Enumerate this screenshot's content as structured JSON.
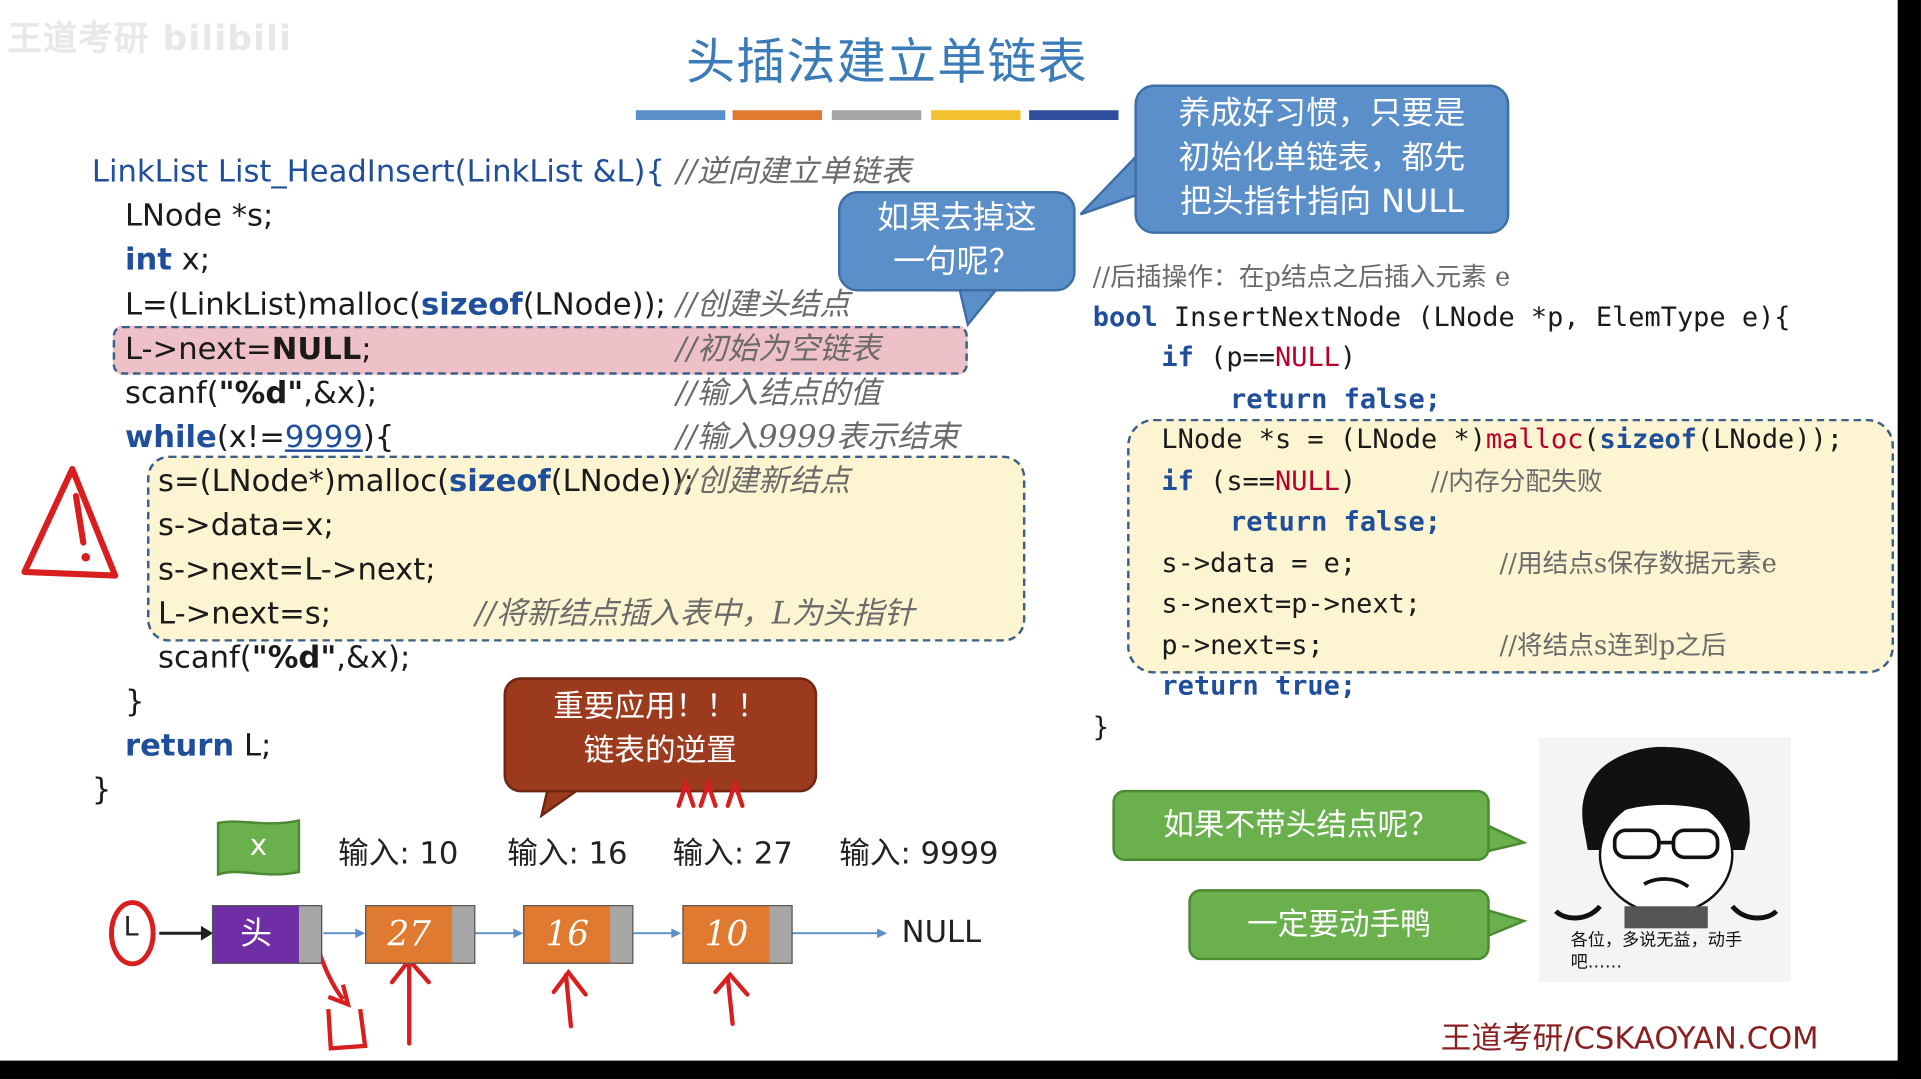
{
  "watermark": "王道考研 bilibili",
  "title": "头插法建立单链表",
  "stripe_colors": [
    "#5b8fc9",
    "#e07a30",
    "#a6a6a6",
    "#f2c12e",
    "#2f4f9e"
  ],
  "left_code": {
    "line1_a": "LinkList List_HeadInsert(LinkList &L){",
    "line1_cmt": "//逆向建立单链表",
    "line2": "LNode *s;",
    "line3_kw": "int",
    "line3_rest": " x;",
    "line4_a": "L=(LinkList)malloc(",
    "line4_kw": "sizeof",
    "line4_b": "(LNode));",
    "line4_cmt": "//创建头结点",
    "line5_a": "L->next=",
    "line5_kw": "NULL",
    "line5_b": ";",
    "line5_cmt": "//初始为空链表",
    "line6_a": "scanf(",
    "line6_str": "\"%d\"",
    "line6_b": ",&x);",
    "line6_cmt": "//输入结点的值",
    "line7_kw": "while",
    "line7_a": "(x!=",
    "line7_num": "9999",
    "line7_b": "){",
    "line7_cmt": "//输入9999表示结束",
    "line8_a": "s=(LNode*)malloc(",
    "line8_kw": "sizeof",
    "line8_b": "(LNode));",
    "line8_cmt": "//创建新结点",
    "line9": "s->data=x;",
    "line10": "s->next=L->next;",
    "line11": "L->next=s;",
    "line11_cmt": "//将新结点插入表中，L为头指针",
    "line12_a": "scanf(",
    "line12_str": "\"%d\"",
    "line12_b": ",&x);",
    "line13": "}",
    "line14_kw": "return",
    "line14_rest": " L;",
    "line15": "}"
  },
  "right_code": {
    "comment": "//后插操作：在p结点之后插入元素 e",
    "sig_kw": "bool",
    "sig_rest": " InsertNextNode (LNode *p, ElemType e){",
    "if1_kw": "if",
    "if1_a": " (p==",
    "if1_null": "NULL",
    "if1_b": ")",
    "ret_false_1": "return false;",
    "alloc_a": "LNode *s = (LNode *)",
    "alloc_malloc": "malloc",
    "alloc_b": "(",
    "alloc_kw": "sizeof",
    "alloc_c": "(LNode));",
    "if2_kw": "if",
    "if2_a": " (s==",
    "if2_null": "NULL",
    "if2_b": ")",
    "if2_cmt": "//内存分配失败",
    "ret_false_2": "return false;",
    "data_line": "s->data = e;",
    "data_cmt": "//用结点s保存数据元素e",
    "next_line": "s->next=p->next;",
    "link_line": "p->next=s;",
    "link_cmt": "//将结点s连到p之后",
    "ret_true": "return true;",
    "close": "}"
  },
  "callouts": {
    "habit": "养成好习惯，只要是初始化单链表，都先把头指针指向 NULL",
    "habit_l1": "养成好习惯，只要是",
    "habit_l2": "初始化单链表，都先",
    "habit_l3": "把头指针指向 NULL",
    "remove_l1": "如果去掉这",
    "remove_l2": "一句呢？",
    "important_l1": "重要应用！！！",
    "important_l2": "链表的逆置",
    "no_head": "如果不带头结点呢？",
    "do_it": "一定要动手鸭"
  },
  "flag_label": "x",
  "inputs": [
    "输入: 10",
    "输入: 16",
    "输入: 27",
    "输入: 9999"
  ],
  "list_nodes": [
    "头",
    "27",
    "16",
    "10"
  ],
  "list_head_label": "L",
  "null_label": "NULL",
  "meme_caption": "各位，多说无益，动手吧……",
  "footer": "王道考研/CSKAOYAN.COM"
}
